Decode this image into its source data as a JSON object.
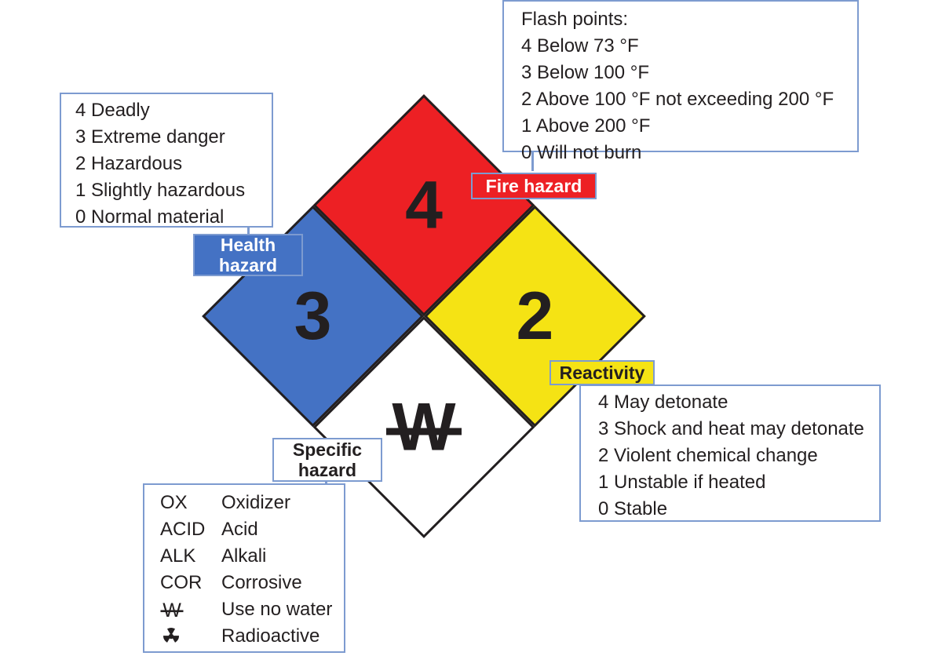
{
  "diagram": {
    "title": "NFPA 704 fire diamond",
    "colors": {
      "health_blue": "#4472c4",
      "fire_red": "#ed2024",
      "reactivity_yellow": "#f5e314",
      "specific_white": "#ffffff",
      "box_border_blue": "#7d9bd0",
      "text_dark": "#231f20"
    }
  },
  "diamond": {
    "health_rating": "3",
    "fire_rating": "4",
    "reactivity_rating": "2",
    "specific_symbol": "₩",
    "specific_symbol_name": "use-no-water-symbol"
  },
  "tags": {
    "health": {
      "line1": "Health",
      "line2": "hazard"
    },
    "fire": {
      "label": "Fire hazard"
    },
    "reactivity": {
      "label": "Reactivity"
    },
    "specific": {
      "line1": "Specific",
      "line2": "hazard"
    }
  },
  "health_box": {
    "lines": [
      "4 Deadly",
      "3 Extreme danger",
      "2 Hazardous",
      "1 Slightly hazardous",
      "0 Normal material"
    ]
  },
  "fire_box": {
    "lines": [
      "Flash points:",
      "4 Below 73 °F",
      "3 Below 100 °F",
      "2 Above 100 °F not exceeding 200 °F",
      "1 Above 200 °F",
      "0 Will not burn"
    ]
  },
  "reactivity_box": {
    "lines": [
      "4 May detonate",
      "3 Shock and heat may detonate",
      "2 Violent chemical change",
      "1 Unstable if heated",
      "0 Stable"
    ]
  },
  "specific_box": {
    "rows": [
      {
        "symbol": "OX",
        "symbol_kind": "text",
        "description": "Oxidizer"
      },
      {
        "symbol": "ACID",
        "symbol_kind": "text",
        "description": "Acid"
      },
      {
        "symbol": "ALK",
        "symbol_kind": "text",
        "description": "Alkali"
      },
      {
        "symbol": "COR",
        "symbol_kind": "text",
        "description": "Corrosive"
      },
      {
        "symbol": "₩",
        "symbol_kind": "won-glyph",
        "description": "Use no water"
      },
      {
        "symbol": "☢",
        "symbol_kind": "radioactive-glyph",
        "description": "Radioactive"
      }
    ]
  }
}
